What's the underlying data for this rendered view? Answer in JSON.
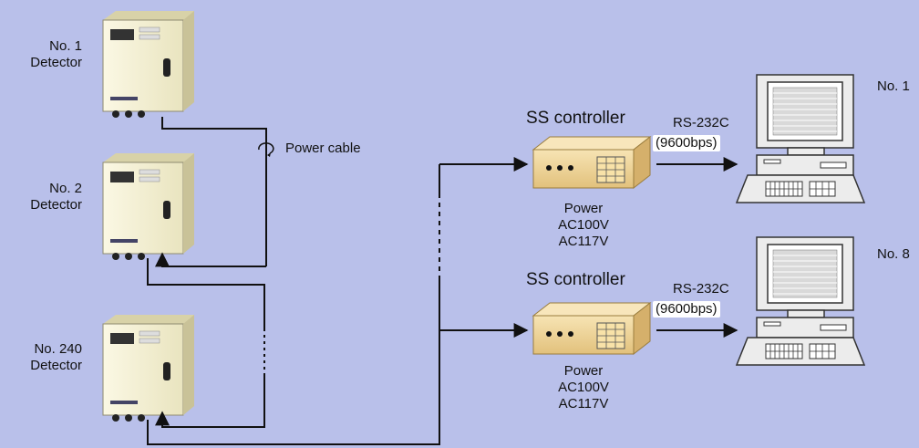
{
  "detectors": [
    {
      "number": "No. 1",
      "label": "Detector"
    },
    {
      "number": "No. 2",
      "label": "Detector"
    },
    {
      "number": "No. 240",
      "label": "Detector"
    }
  ],
  "power_cable_label": "Power cable",
  "controllers": [
    {
      "title": "SS controller",
      "link": "RS-232C",
      "baud": "(9600bps)",
      "power": "Power",
      "volt1": "AC100V",
      "volt2": "AC117V"
    },
    {
      "title": "SS controller",
      "link": "RS-232C",
      "baud": "(9600bps)",
      "power": "Power",
      "volt1": "AC100V",
      "volt2": "AC117V"
    }
  ],
  "computers": [
    {
      "label": "No. 1"
    },
    {
      "label": "No. 8"
    }
  ],
  "colors": {
    "background": "#b9c0ea",
    "detector_body": "#f3f0d2",
    "controller_body": "#f0d59a",
    "computer_body": "#ececec",
    "line": "#111111"
  }
}
